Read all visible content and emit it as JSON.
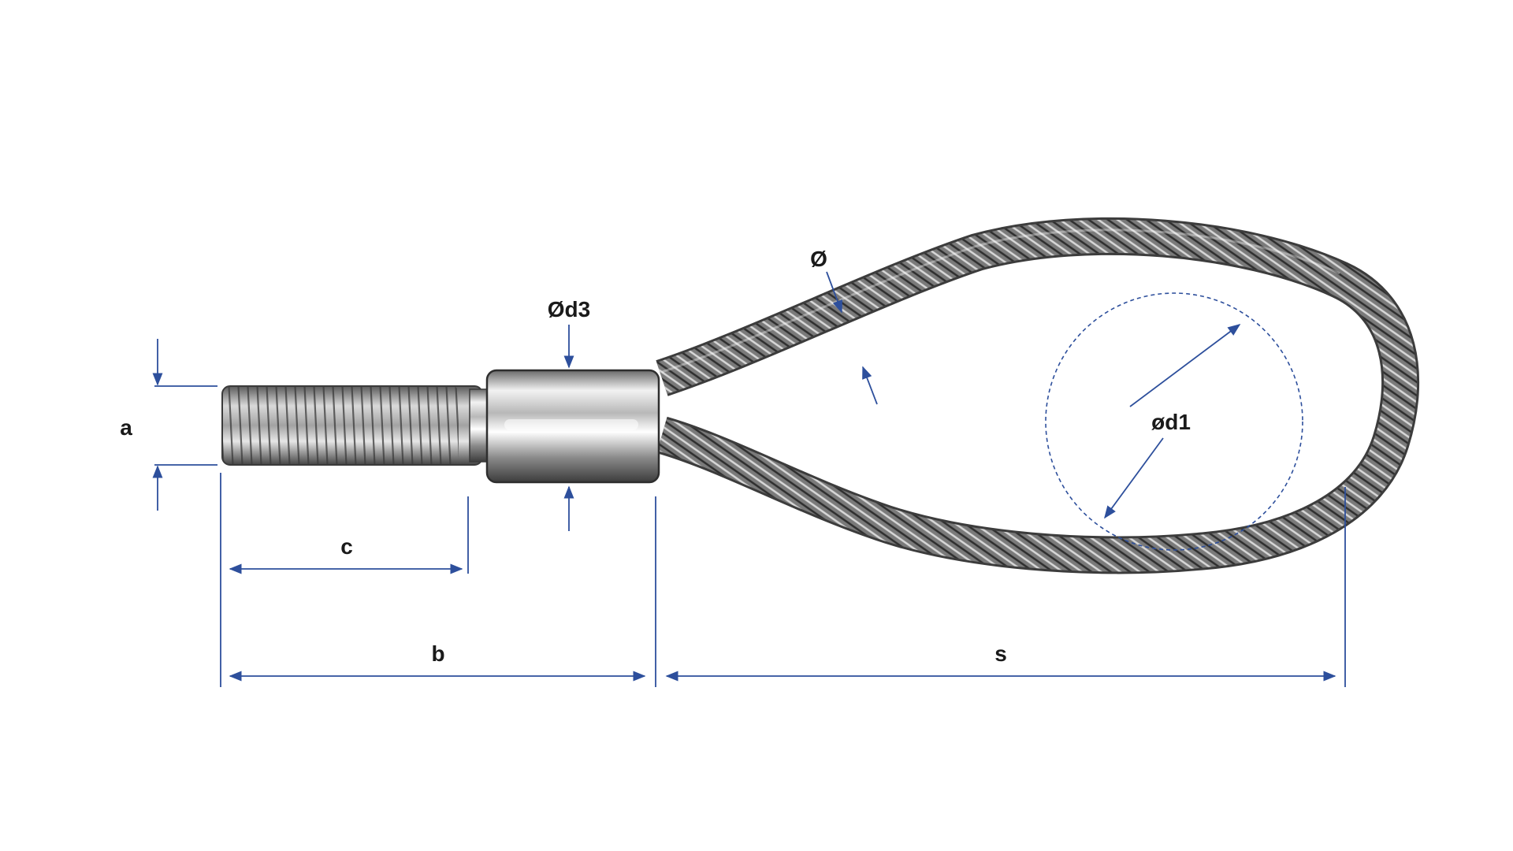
{
  "diagram": {
    "labels": {
      "a": "a",
      "c": "c",
      "b": "b",
      "s": "s",
      "d3": "Ød3",
      "rope_diameter": "Ø",
      "d1": "ød1"
    },
    "colors": {
      "dimension_line": "#2d4f9c",
      "rope": "#5a5a5a",
      "steel_light": "#e9e9e9",
      "steel_dark": "#3a3a3a",
      "label_text": "#1a1a1a"
    },
    "parts": {
      "thread_icon": "threaded-stud",
      "sleeve_icon": "press-sleeve",
      "rope_icon": "wire-rope-loop",
      "circle_icon": "inner-eye-circle"
    }
  }
}
